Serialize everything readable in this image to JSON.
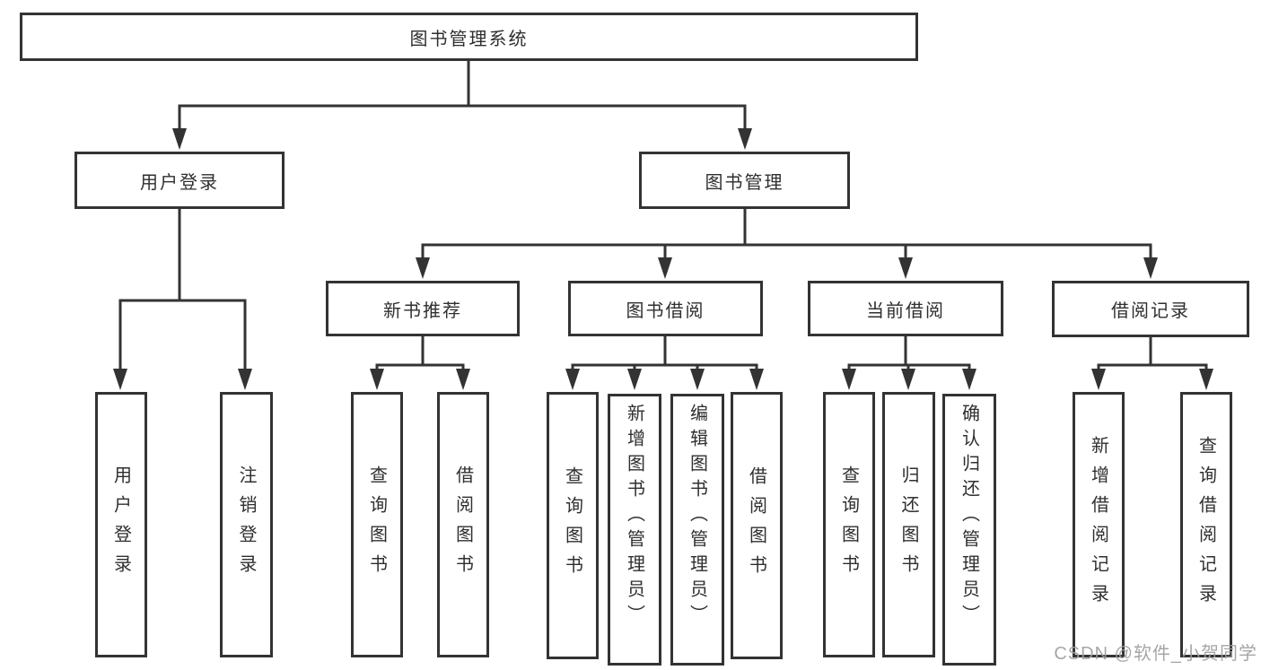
{
  "tree": {
    "root": {
      "label": "图书管理系统"
    },
    "branches": [
      {
        "label": "用户登录",
        "children": [
          {
            "label": "用户登录"
          },
          {
            "label": "注销登录"
          }
        ]
      },
      {
        "label": "图书管理",
        "children": [
          {
            "label": "新书推荐",
            "children": [
              {
                "label": "查询图书"
              },
              {
                "label": "借阅图书"
              }
            ]
          },
          {
            "label": "图书借阅",
            "children": [
              {
                "label": "查询图书"
              },
              {
                "label": "新增图书（管理员）"
              },
              {
                "label": "编辑图书（管理员）"
              },
              {
                "label": "借阅图书"
              }
            ]
          },
          {
            "label": "当前借阅",
            "children": [
              {
                "label": "查询图书"
              },
              {
                "label": "归还图书"
              },
              {
                "label": "确认归还（管理员）"
              }
            ]
          },
          {
            "label": "借阅记录",
            "children": [
              {
                "label": "新增借阅记录"
              },
              {
                "label": "查询借阅记录"
              }
            ]
          }
        ]
      }
    ]
  },
  "watermark": {
    "text": "CSDN @软件_小贺同学"
  },
  "colors": {
    "line": "#333333",
    "text": "#2f2f2f",
    "background": "#ffffff",
    "watermark": "#9e9e9e"
  }
}
